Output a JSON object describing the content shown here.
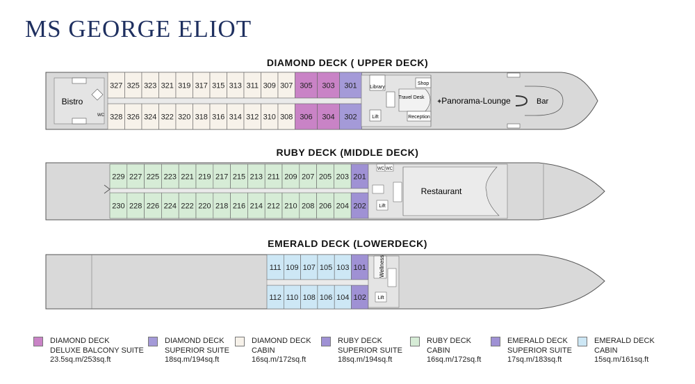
{
  "title": "MS GEORGE ELIOT",
  "decks": {
    "diamond": {
      "name": "DIAMOND DECK ( UPPER DECK)",
      "cabins_top": [
        "327",
        "325",
        "323",
        "321",
        "319",
        "317",
        "315",
        "313",
        "311",
        "309",
        "307",
        "305",
        "303",
        "301"
      ],
      "cabins_bottom": [
        "328",
        "326",
        "324",
        "322",
        "320",
        "318",
        "316",
        "314",
        "312",
        "310",
        "308",
        "306",
        "304",
        "302"
      ],
      "labels": {
        "bistro": "Bistro",
        "wc": "WC",
        "library": "Library",
        "lift": "Lift",
        "shop": "Shop",
        "travel_desk": "Travel Desk",
        "reception": "Reception",
        "lounge": "Panorama-Lounge",
        "bar": "Bar"
      }
    },
    "ruby": {
      "name": "RUBY DECK (MIDDLE DECK)",
      "cabins_top": [
        "229",
        "227",
        "225",
        "223",
        "221",
        "219",
        "217",
        "215",
        "213",
        "211",
        "209",
        "207",
        "205",
        "203",
        "201"
      ],
      "cabins_bottom": [
        "230",
        "228",
        "226",
        "224",
        "222",
        "220",
        "218",
        "216",
        "214",
        "212",
        "210",
        "208",
        "206",
        "204",
        "202"
      ],
      "labels": {
        "wc1": "WC",
        "wc2": "WC",
        "lift": "Lift",
        "restaurant": "Restaurant"
      }
    },
    "emerald": {
      "name": "EMERALD DECK (LOWERDECK)",
      "cabins_top": [
        "111",
        "109",
        "107",
        "105",
        "103",
        "101"
      ],
      "cabins_bottom": [
        "112",
        "110",
        "108",
        "106",
        "104",
        "102"
      ],
      "labels": {
        "wellness": "Wellness",
        "lift": "Lift"
      }
    }
  },
  "colors": {
    "diamond_deluxe": "#c983c6",
    "diamond_superior": "#a49ad8",
    "diamond_cabin": "#f7f2ea",
    "ruby_superior": "#9f91d4",
    "ruby_cabin": "#d6ecd6",
    "emerald_superior": "#9f91d4",
    "emerald_cabin": "#cde7f5",
    "hull": "#d9d9d9"
  },
  "legend": [
    {
      "line1": "DIAMOND DECK",
      "line2": "DELUXE BALCONY SUITE",
      "line3": "23.5sq.m/253sq.ft",
      "color": "#c983c6"
    },
    {
      "line1": "DIAMOND DECK",
      "line2": "SUPERIOR SUITE",
      "line3": "18sq.m/194sq.ft",
      "color": "#a49ad8"
    },
    {
      "line1": "DIAMOND DECK",
      "line2": "CABIN",
      "line3": "16sq.m/172sq.ft",
      "color": "#f7f2ea"
    },
    {
      "line1": "RUBY DECK",
      "line2": "SUPERIOR SUITE",
      "line3": "18sq.m/194sq.ft",
      "color": "#9f91d4"
    },
    {
      "line1": "RUBY DECK",
      "line2": "CABIN",
      "line3": "16sq.m/172sq.ft",
      "color": "#d6ecd6"
    },
    {
      "line1": "EMERALD DECK",
      "line2": "SUPERIOR SUITE",
      "line3": "17sq.m/183sq.ft",
      "color": "#9f91d4"
    },
    {
      "line1": "EMERALD DECK",
      "line2": "CABIN",
      "line3": "15sq.m/161sq.ft",
      "color": "#cde7f5"
    }
  ]
}
